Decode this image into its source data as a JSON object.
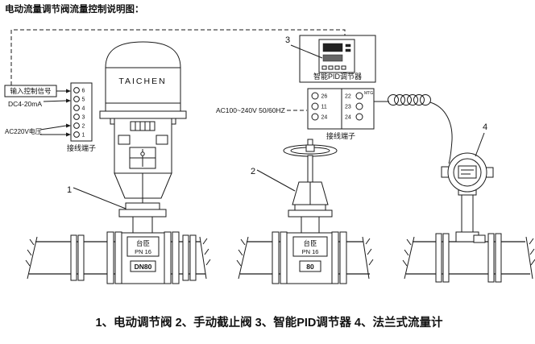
{
  "title": "电动流量调节阀流量控制说明图：",
  "caption": "1、电动调节阀  2、手动截止阀  3、智能PID调节器  4、法兰式流量计",
  "colors": {
    "ink": "#1a1a1a",
    "background": "#ffffff"
  },
  "actuator": {
    "brand": "TAICHEN",
    "callout": "1"
  },
  "left_terminal_block": {
    "input_signal_label": "输入控制信号",
    "signal_type": "DC4-20mA",
    "power_label": "AC220V电压",
    "block_label": "接线端子",
    "terminals": [
      "6",
      "5",
      "4",
      "3",
      "2",
      "1"
    ]
  },
  "pid_controller": {
    "callout": "3",
    "name": "智能PID调节器",
    "power": "AC100~240V 50/60HZ",
    "terminal_label": "接线端子",
    "terminals_left": [
      "26",
      "11",
      "24"
    ],
    "terminals_right": [
      "22",
      "23",
      "24"
    ],
    "mtg_label": "MTG"
  },
  "valve_electric": {
    "brand": "台臣",
    "pn": "PN 16",
    "dn": "DN80"
  },
  "valve_manual": {
    "callout": "2",
    "brand": "台臣",
    "pn": "PN 16",
    "dn": "80"
  },
  "flow_meter": {
    "callout": "4"
  }
}
